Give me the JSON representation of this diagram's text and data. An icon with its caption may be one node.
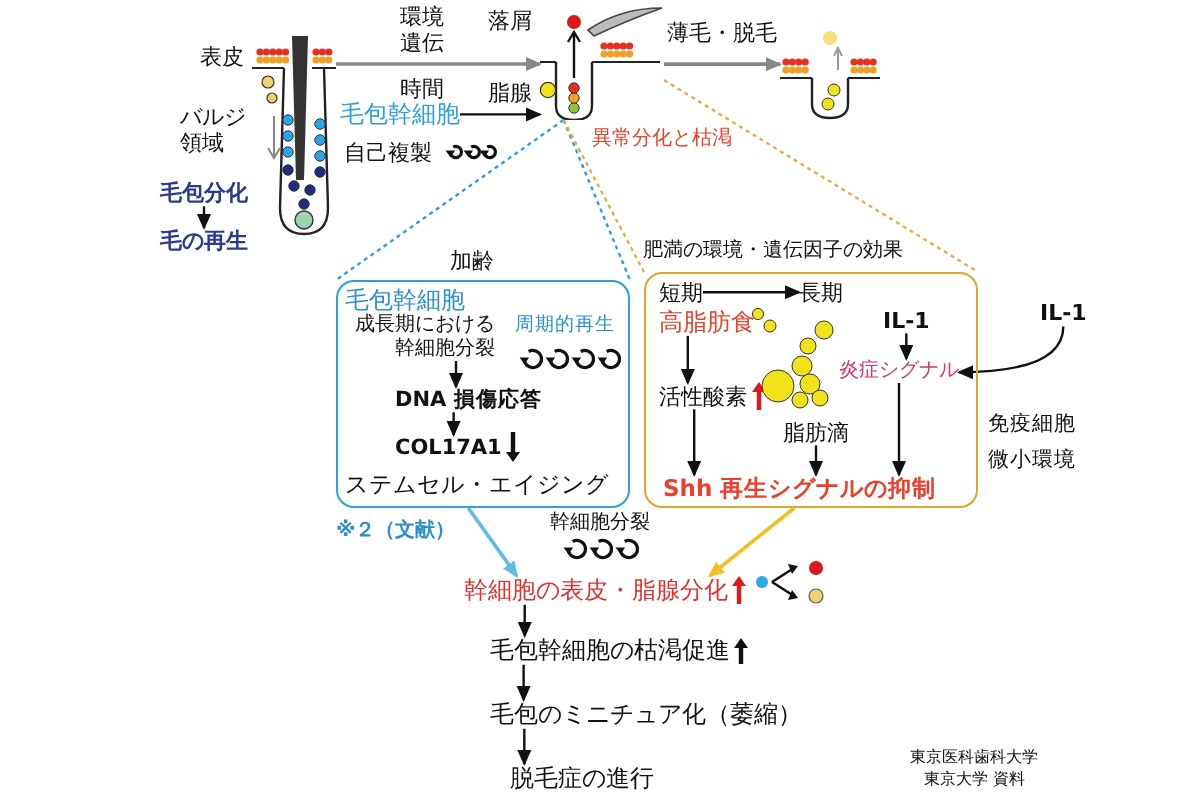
{
  "diagram": {
    "nodes": [
      {
        "text": [
          "毛包幹細胞",
          "周期的再生",
          "ステムセル・エイジング"
        ],
        "beside": [
          "加齢"
        ]
      },
      {
        "text": [
          "成長期における幹細胞分裂"
        ],
        "in": 0
      },
      {
        "text": [
          "DNA 損傷応答"
        ],
        "in": 0
      },
      {
        "text": [
          "COL17A1"
        ],
        "in": 0
      },
      {
        "text": [
          "肥満の環境・遺伝因子の効果"
        ]
      },
      {
        "text": [
          "短期"
        ],
        "in": 4
      },
      {
        "text": [
          "長期"
        ],
        "in": 4
      },
      {
        "text": [
          "高脂肪食"
        ],
        "in": 4
      },
      {
        "text": [
          "活性酸素"
        ],
        "in": 4
      },
      {
        "text": [
          "IL-1"
        ],
        "in": 4
      },
      {
        "text": [
          "炎症シグナル"
        ],
        "in": 4
      },
      {
        "text": [
          "脂肪滴"
        ],
        "in": 4
      },
      {
        "text": [
          "Shh 再生シグナルの抑制"
        ],
        "in": 4
      },
      {
        "text": [
          "IL-1"
        ]
      },
      {
        "text": [
          "幹細胞の表皮・脂腺分化"
        ]
      },
      {
        "text": [
          "毛包幹細胞の枯渇促進"
        ]
      },
      {
        "text": [
          "毛包のミニチュア化（萎縮）"
        ]
      },
      {
        "text": [
          "脱毛症の進行"
        ]
      },
      {
        "text": [],
        "shape": "picture"
      },
      {
        "text": [],
        "shape": "picture",
        "beside": [
          "異常分化と枯渇"
        ]
      },
      {
        "text": [],
        "shape": "picture"
      },
      {
        "text": [
          "毛包幹細胞"
        ]
      },
      {
        "text": [
          "毛包分化"
        ]
      },
      {
        "text": [
          "毛の再生"
        ]
      }
    ],
    "edges": [
      {
        "from": 1,
        "to": 2,
        "arrow": "to"
      },
      {
        "from": 2,
        "to": 3,
        "arrow": "to"
      },
      {
        "from": 5,
        "to": 6,
        "arrow": "to"
      },
      {
        "from": 7,
        "to": 8,
        "arrow": "to"
      },
      {
        "from": 8,
        "to": 12,
        "arrow": "to"
      },
      {
        "from": 9,
        "to": 10,
        "arrow": "to"
      },
      {
        "from": 11,
        "to": 12,
        "arrow": "to"
      },
      {
        "from": 10,
        "to": 12,
        "arrow": "to"
      },
      {
        "from": 13,
        "to": 10,
        "arrow": "to"
      },
      {
        "from": 0,
        "to": 14,
        "arrow": "to",
        "color": "#5bbde6"
      },
      {
        "from": 4,
        "to": 14,
        "arrow": "to",
        "color": "#f0c020"
      },
      {
        "from": 14,
        "to": 15,
        "arrow": "to"
      },
      {
        "from": 15,
        "to": 16,
        "arrow": "to"
      },
      {
        "from": 16,
        "to": 17,
        "arrow": "to"
      },
      {
        "from": 18,
        "to": 19,
        "arrow": "to",
        "color": "#888888"
      },
      {
        "from": 19,
        "to": 20,
        "arrow": "to",
        "color": "#888888",
        "label": "薄毛・脱毛"
      },
      {
        "from": 21,
        "to": 19,
        "arrow": "to"
      },
      {
        "from": 19,
        "to": 0,
        "arrow": "none",
        "style": "dashed",
        "color": "#2aa0dc"
      },
      {
        "from": 19,
        "to": 4,
        "arrow": "none",
        "style": "dashed",
        "color": "#e0b040"
      },
      {
        "from": 22,
        "to": 23,
        "arrow": "to"
      }
    ],
    "labels": [
      "表皮",
      "バルジ領域",
      "脂腺",
      "落屑",
      "環境遺伝",
      "時間",
      "自己複製",
      "免疫細胞",
      "微小環境",
      "※２（文献）",
      "幹細胞分裂",
      "東京医科歯科大学",
      "東京大学 資料"
    ]
  }
}
